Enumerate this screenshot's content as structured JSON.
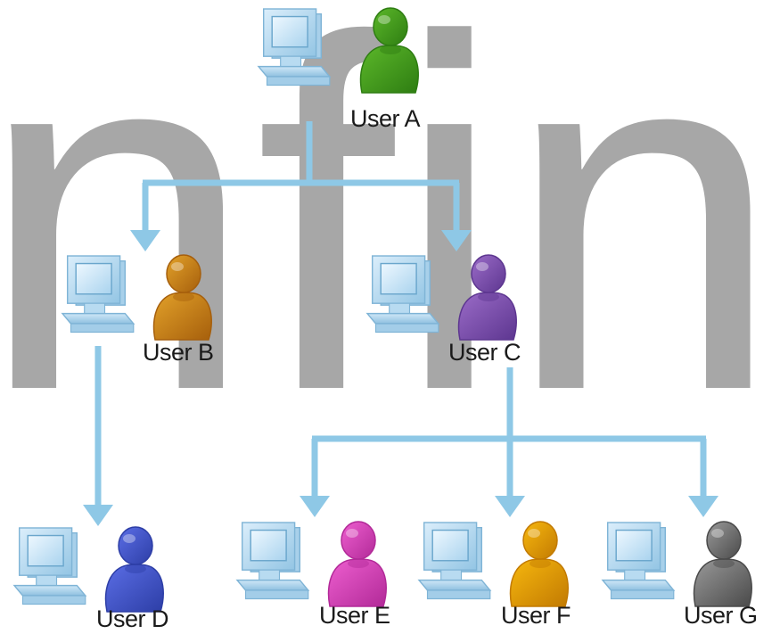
{
  "watermark": "nfine",
  "connector_color": "#8ec8e6",
  "users": [
    {
      "key": "a",
      "label": "User A",
      "color": "#5cb82a",
      "dark": "#2e7d12"
    },
    {
      "key": "b",
      "label": "User B",
      "color": "#e3a22a",
      "dark": "#a65f0c"
    },
    {
      "key": "c",
      "label": "User C",
      "color": "#9b6cc8",
      "dark": "#5d3690"
    },
    {
      "key": "d",
      "label": "User D",
      "color": "#5b6ee6",
      "dark": "#2d3ea6"
    },
    {
      "key": "e",
      "label": "User E",
      "color": "#ee5fd0",
      "dark": "#b22a98"
    },
    {
      "key": "f",
      "label": "User F",
      "color": "#f7b80e",
      "dark": "#c27a02"
    },
    {
      "key": "g",
      "label": "User G",
      "color": "#9a9a9a",
      "dark": "#4a4a4a"
    }
  ],
  "edges": [
    {
      "from": "User A",
      "to": "User B"
    },
    {
      "from": "User A",
      "to": "User C"
    },
    {
      "from": "User B",
      "to": "User D"
    },
    {
      "from": "User C",
      "to": "User E"
    },
    {
      "from": "User C",
      "to": "User F"
    },
    {
      "from": "User C",
      "to": "User G"
    }
  ]
}
